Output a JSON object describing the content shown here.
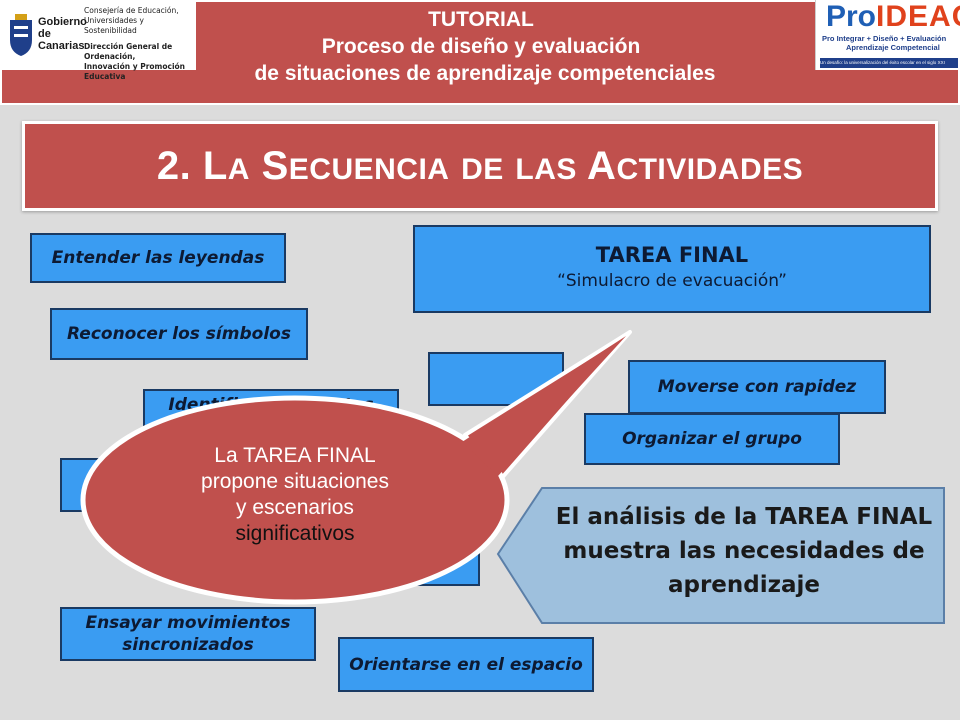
{
  "header": {
    "left_logo": {
      "brand": "Gobierno de Canarias",
      "line1": "Consejería de Educación,",
      "line2": "Universidades y Sostenibilidad",
      "line3": "Dirección General de Ordenación,",
      "line4": "Innovación y Promoción Educativa"
    },
    "title_line1": "TUTORIAL",
    "title_line2": "Proceso de diseño y evaluación",
    "title_line3": "de situaciones de aprendizaje competenciales",
    "right_logo": {
      "name_part1": "Pro",
      "name_part2": "IDEAC",
      "tagline1": "Pro Integrar + Diseño + Evaluación",
      "tagline2": "Aprendizaje Competencial",
      "footer": "Un desafío: la universalización del éxito escolar en el siglo XXI"
    }
  },
  "section_title": {
    "num": "2.",
    "w1_first": "L",
    "w1_rest": "a",
    "w2_first": "S",
    "w2_rest": "ecuencia",
    "w3": "de",
    "w4": "las",
    "w5_first": "A",
    "w5_rest": "ctividades"
  },
  "final_task": {
    "title": "TAREA FINAL",
    "subtitle": "“Simulacro de evacuación”"
  },
  "activities": {
    "a1": "Entender las leyendas",
    "a2": "Reconocer los símbolos",
    "a3": "Identificar los puntos",
    "a4": "Moverse con rapidez",
    "a5": "Organizar el grupo",
    "a6": "Ensayar movimientos sincronizados",
    "a7": "Orientarse en el espacio"
  },
  "callout": {
    "line1": "La TAREA FINAL",
    "line2": "propone  situaciones",
    "line3": "y escenarios",
    "line4": "significativos"
  },
  "analysis": {
    "line1": "El análisis de la TAREA FINAL",
    "line2": "muestra las necesidades de",
    "line3": "aprendizaje"
  },
  "colors": {
    "accent_red": "#c0504d",
    "activity_blue": "#3a9cf2",
    "analysis_blue": "#9ec0dd"
  }
}
